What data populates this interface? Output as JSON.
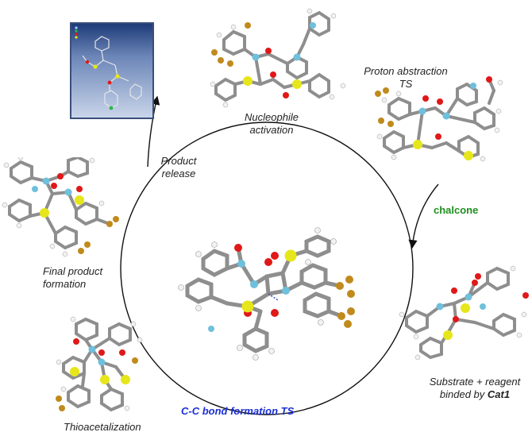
{
  "steps": {
    "nucleophile_activation": [
      "Nucleophile",
      "activation"
    ],
    "proton_abstraction": [
      "Proton abstraction",
      "TS"
    ],
    "reagent": "chalcone",
    "substrate_binding": [
      "Substrate + reagent",
      "binded by"
    ],
    "catalyst": "Cat1",
    "cc_formation": "C-C bond formation TS",
    "thioacetalization": "Thioacetalization",
    "final_product": [
      "Final product",
      "formation"
    ],
    "product_release": [
      "Product",
      "release"
    ]
  },
  "colors": {
    "carbon": "#8e8e8e",
    "hydrogen": "#f2f2f2",
    "oxygen": "#e01818",
    "nitrogen": "#6ec0dc",
    "sulfur": "#e6e61a",
    "fluorine": "#c08a1c",
    "reagent_label": "#1f8f1f",
    "ts_label": "#1c2fd6"
  }
}
